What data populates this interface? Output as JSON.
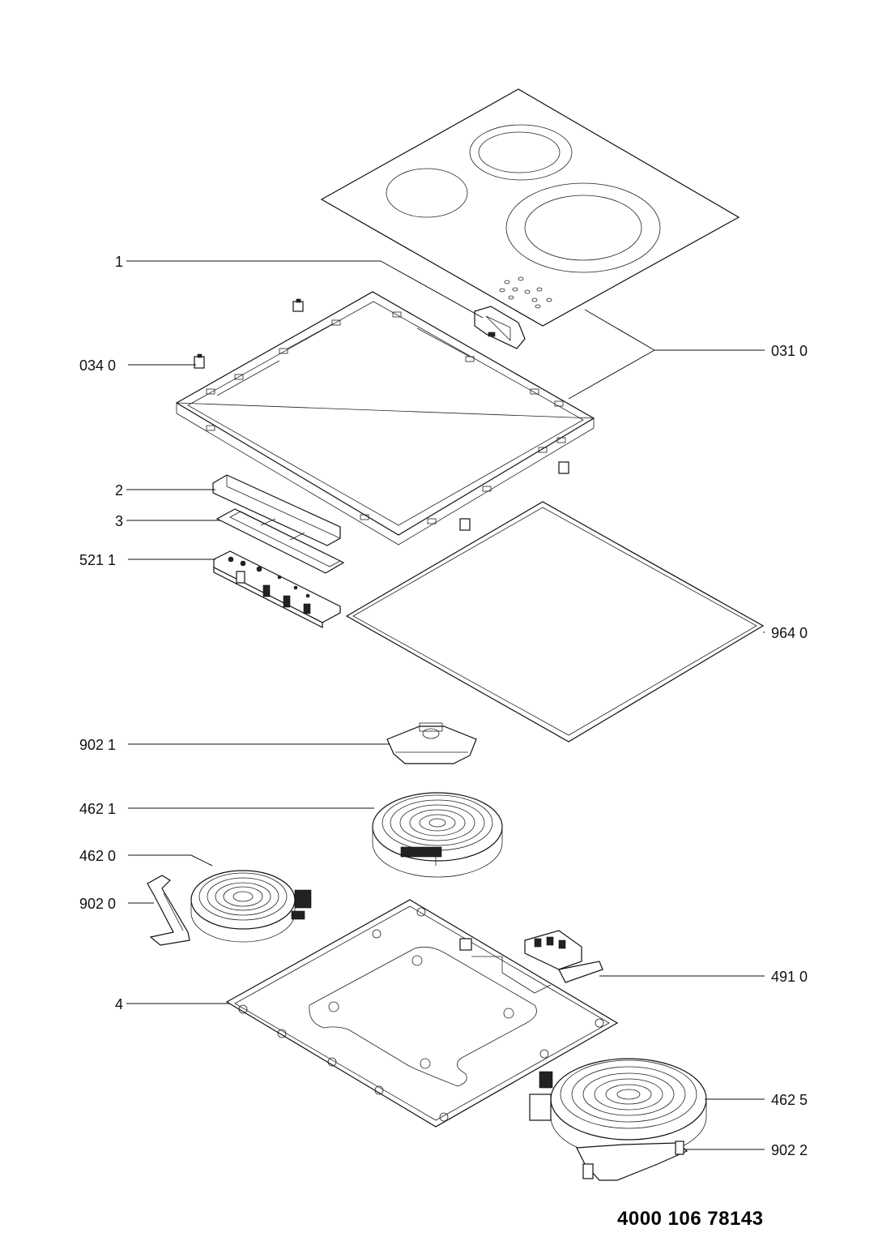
{
  "labels": {
    "p1": "1",
    "p0340": "034 0",
    "p0310": "031 0",
    "p2": "2",
    "p3": "3",
    "p5211": "521 1",
    "p9640": "964 0",
    "p9021": "902 1",
    "p4621": "462 1",
    "p4620": "462 0",
    "p9020": "902 0",
    "p4910": "491 0",
    "p4": "4",
    "p4625": "462 5",
    "p9022": "902 2"
  },
  "document_number": "4000 106 78143"
}
